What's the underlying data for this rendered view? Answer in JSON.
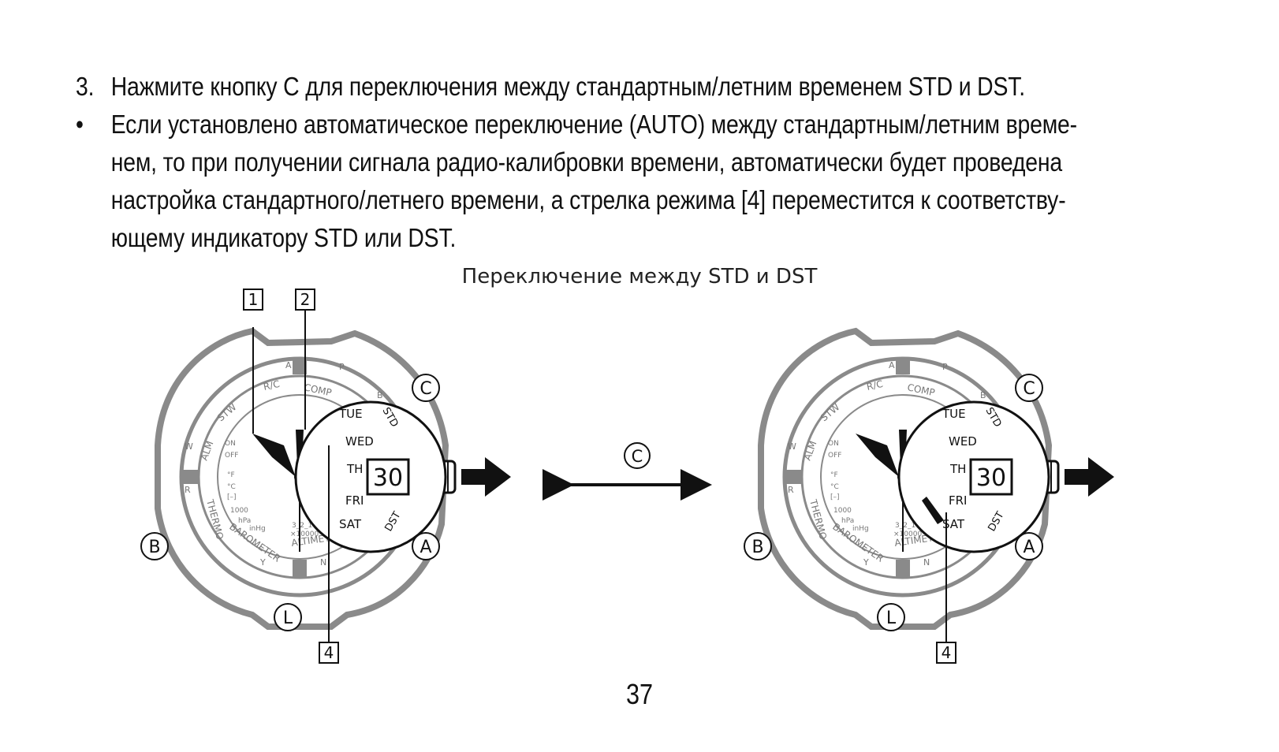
{
  "instructions": {
    "step_number": "3.",
    "step_text": "Нажмите кнопку C для переключения между стандартным/летним временем STD и DST.",
    "bullet": "•",
    "note_lines": [
      "Если установлено автоматическое переключение (AUTO) между стандартным/летним време-",
      "нем, то при получении сигнала радио-калибровки времени, автоматически будет проведена",
      "настройка стандартного/летнего времени, а стрелка режима [4] переместится к соответству-",
      "ющему индикатору STD или DST."
    ]
  },
  "figure": {
    "caption": "Переключение между STD и DST",
    "swap_button_label": "C",
    "left_watch": {
      "callouts": [
        "1",
        "2",
        "4"
      ],
      "buttons": {
        "c": "C",
        "a": "A",
        "b": "B",
        "l": "L"
      },
      "date": "30"
    },
    "right_watch": {
      "callouts": [
        "4"
      ],
      "buttons": {
        "c": "C",
        "a": "A",
        "b": "B",
        "l": "L"
      },
      "date": "30"
    },
    "dial_labels": {
      "days": [
        "TUE",
        "WED",
        "TH",
        "FRI",
        "SAT"
      ],
      "std": "STD",
      "dst": "DST",
      "modes": [
        "STW",
        "R/C",
        "COMP",
        "ALM",
        "THERMO",
        "BAROMETER",
        "ALTIMETER"
      ],
      "small": [
        "ON",
        "OFF",
        "°F",
        "°C",
        "[–]",
        "1000",
        "hPa",
        "inHg",
        "3_2_1",
        "×10000"
      ],
      "compass": [
        "A",
        "P",
        "B",
        "W",
        "R",
        "Y",
        "N"
      ]
    }
  },
  "page_number": "37"
}
